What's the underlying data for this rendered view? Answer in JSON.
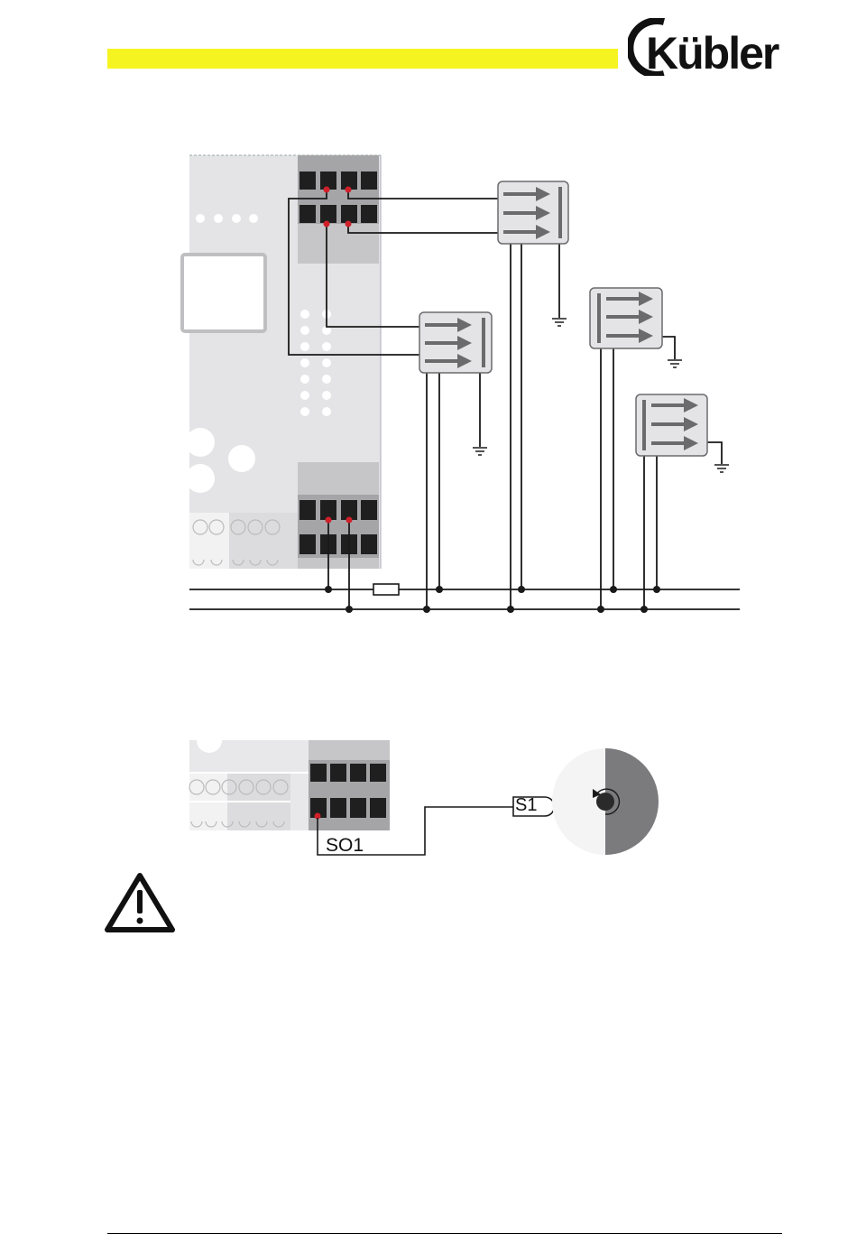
{
  "header": {
    "brand_logo_text": "Kübler",
    "accent_color": "#f6f420"
  },
  "wiring_diagram": {
    "panel_color": "#e4e4e6",
    "terminal_color": "#1f1f1f",
    "contact_color": "#d0202a",
    "device_color": "#6b6b6e"
  },
  "safety_output_diagram": {
    "terminal_label": "SO1",
    "sensor_label": "S1"
  },
  "warning": {
    "icon": "warning-triangle-icon"
  }
}
